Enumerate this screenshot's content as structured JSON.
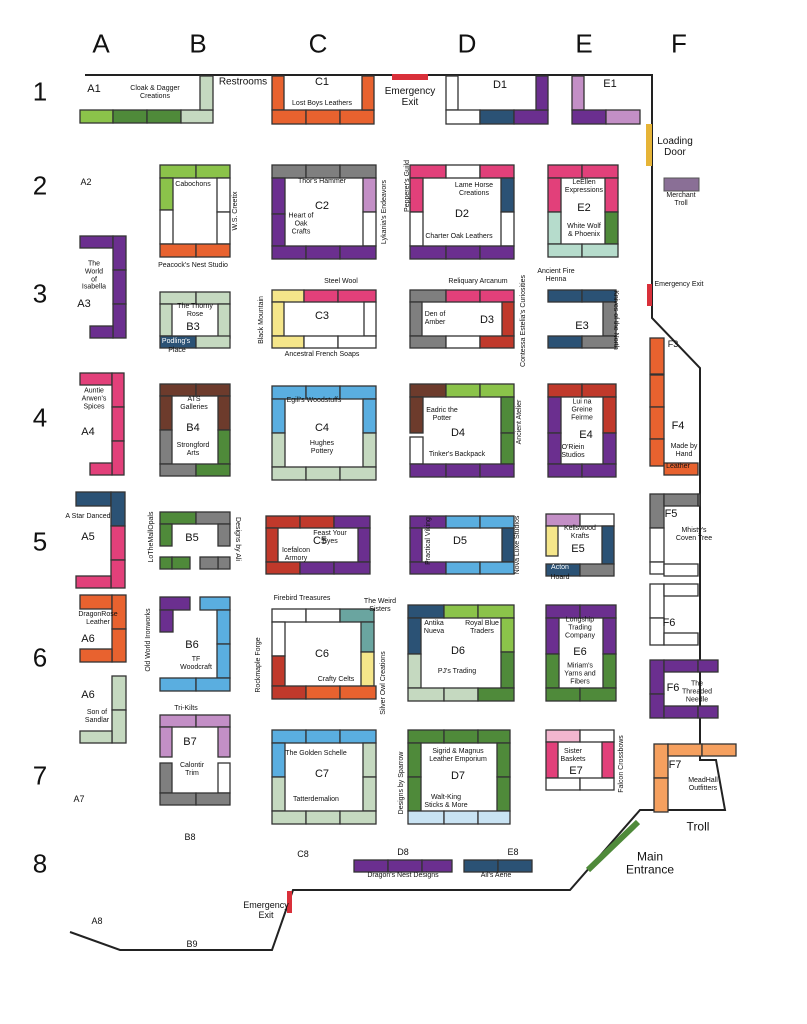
{
  "columns": [
    "A",
    "B",
    "C",
    "D",
    "E",
    "F"
  ],
  "rows": [
    "1",
    "2",
    "3",
    "4",
    "5",
    "6",
    "7",
    "8"
  ],
  "colors": {
    "green": "#8bc34a",
    "darkgreen": "#4f8a3a",
    "sage": "#c5d9c0",
    "orange": "#e8622f",
    "red": "#c0392b",
    "pink": "#e2407a",
    "purple": "#6b2f8f",
    "lavender": "#c38fc6",
    "navy": "#2b5275",
    "gray": "#7f7f7f",
    "darkgray": "#555555",
    "yellow": "#f5e68a",
    "blue": "#5aaee0",
    "lightblue": "#c9e3f3",
    "brown": "#6d3b2c",
    "gold": "#e6b437",
    "teal": "#6aa5a0",
    "mint": "#b6dccc",
    "lightpink": "#f3b6cf",
    "peach": "#f5a05f"
  },
  "facilities": {
    "restrooms": "Restrooms",
    "emergency_exit_top": "Emergency\nExit",
    "loading_door": "Loading\nDoor",
    "merchant_troll": "Merchant\nTroll",
    "emergency_exit_right": "Emergency Exit",
    "troll": "Troll",
    "main_entrance": "Main\nEntrance",
    "emergency_exit_bottom": "Emergency\nExit"
  },
  "codes": {
    "A1": "A1",
    "A2": "A2",
    "A3": "A3",
    "A4": "A4",
    "A5": "A5",
    "A6a": "A6",
    "A6b": "A6",
    "A7": "A7",
    "A8": "A8",
    "B3": "B3",
    "B4": "B4",
    "B5": "B5",
    "B6": "B6",
    "B7": "B7",
    "B8": "B8",
    "B9": "B9",
    "C1": "C1",
    "C2": "C2",
    "C3": "C3",
    "C4": "C4",
    "C5": "C5",
    "C6": "C6",
    "C7": "C7",
    "C8": "C8",
    "D1": "D1",
    "D2": "D2",
    "D3": "D3",
    "D4": "D4",
    "D5": "D5",
    "D6": "D6",
    "D7": "D7",
    "D8": "D8",
    "E1": "E1",
    "E2": "E2",
    "E3": "E3",
    "E4": "E4",
    "E5": "E5",
    "E6": "E6",
    "E7": "E7",
    "E8": "E8",
    "F3": "F3",
    "F4": "F4",
    "F5": "F5",
    "F6a": "F6",
    "F6b": "F6",
    "F7": "F7"
  },
  "vendors": {
    "cloak_dagger": "Cloak & Dagger\nCreations",
    "lost_boys": "Lost Boys Leathers",
    "cabochons": "Cabochons",
    "ws_creetix": "W.S. Creetix",
    "peacocks_nest": "Peacock's Nest Studio",
    "thors_hammer": "Thor's Hammer",
    "heart_of_oak": "Heart of\nOak\nCrafts",
    "lykanias": "Lykania's Endeavors",
    "peppereres_guild": "Pepperer's\nGuild",
    "lame_horse": "Lame Horse\nCreations",
    "charter_oak": "Charter Oak Leathers",
    "leellen": "LeEllen\nExpressions",
    "white_wolf": "White Wolf\n& Phoenix",
    "world_isabella": "The\nWorld\nof\nIsabella",
    "thorny_rose": "The Thorny\nRose",
    "podlings": "Podling's",
    "place": "Place",
    "black_mountain": "Black Mountain",
    "steel_wool": "Steel Wool",
    "ancestral_soaps": "Ancestral French Soaps",
    "reliquary": "Reliquary Arcanum",
    "den_of_amber": "Den of\nAmber",
    "contessa": "Contessa Estelia's\nCuriosities",
    "ancient_fire": "Ancient Fire\nHenna",
    "knives_north": "Knives of\nthe North",
    "auntie_arwen": "Auntie\nArwen's\nSpices",
    "ats_galleries": "ATS\nGalleries",
    "strongford": "Strongford\nArts",
    "egills": "Egill's Woodstuffs",
    "hughes": "Hughes\nPottery",
    "eadric": "Eadric the\nPotter",
    "ancient_atelier": "Ancient Atelier",
    "tinkers": "Tinker's Backpack",
    "lui_na": "Lui na\nGreine\nFeirme",
    "orioin": "O'Riein\nStudios",
    "star_danced": "A Star Danced",
    "lothemoors": "LoTheMallOpals",
    "designs_ali": "Designs by Ali",
    "feast_eyes": "Feast Your\nEyes",
    "icefalcon": "Icefalcon\nArmory",
    "practical_viking": "Practical\nViking",
    "nova_luxe": "Nova Luxe\nStudios",
    "kellswood": "Kellswood\nKrafts",
    "acton": "Acton",
    "hoard": "Hoard",
    "mhistys": "Mhisty's\nCoven Tree",
    "dragonrose": "DragonRose\nLeather",
    "old_world": "Old World Ironworks",
    "tf_woodcraft": "TF\nWoodcraft",
    "firebird": "Firebird Treasures",
    "weird_sisters": "The Weird\nSisters",
    "rockmaple": "Rockmaple\nForge",
    "crafty_celts": "Crafty Celts",
    "silver_owl": "Silver Owl\nCreations",
    "antika": "Antika\nNueva",
    "royal_blue": "Royal Blue\nTraders",
    "pjs": "PJ's Trading",
    "longship": "Longship\nTrading\nCompany",
    "miriams": "Miriam's\nYarns and\nFibers",
    "threaded_needle": "The\nThreaded\nNeedle",
    "son_sandlar": "Son of\nSandlar",
    "tri_kilts": "Tri-Kilts",
    "calontir": "Calontir\nTrim",
    "golden_schelle": "The Golden Schelle",
    "tatterdemalion": "Tatterdemalion",
    "designs_sparrow": "Designs by Sparrow",
    "sigrid": "Sigrid & Magnus\nLeather Emporium",
    "walt_king": "Walt-King\nSticks & More",
    "sister_baskets": "Sister\nBaskets",
    "falcon_crossbows": "Falcon Crossbows",
    "meadhall": "MeadHall\nOutfitters",
    "made_by_hand": "Made by\nHand",
    "leather": "Leather",
    "dragons_nest": "Dragon's Nest Designs",
    "ails_aerie": "Ail's Aerie"
  }
}
